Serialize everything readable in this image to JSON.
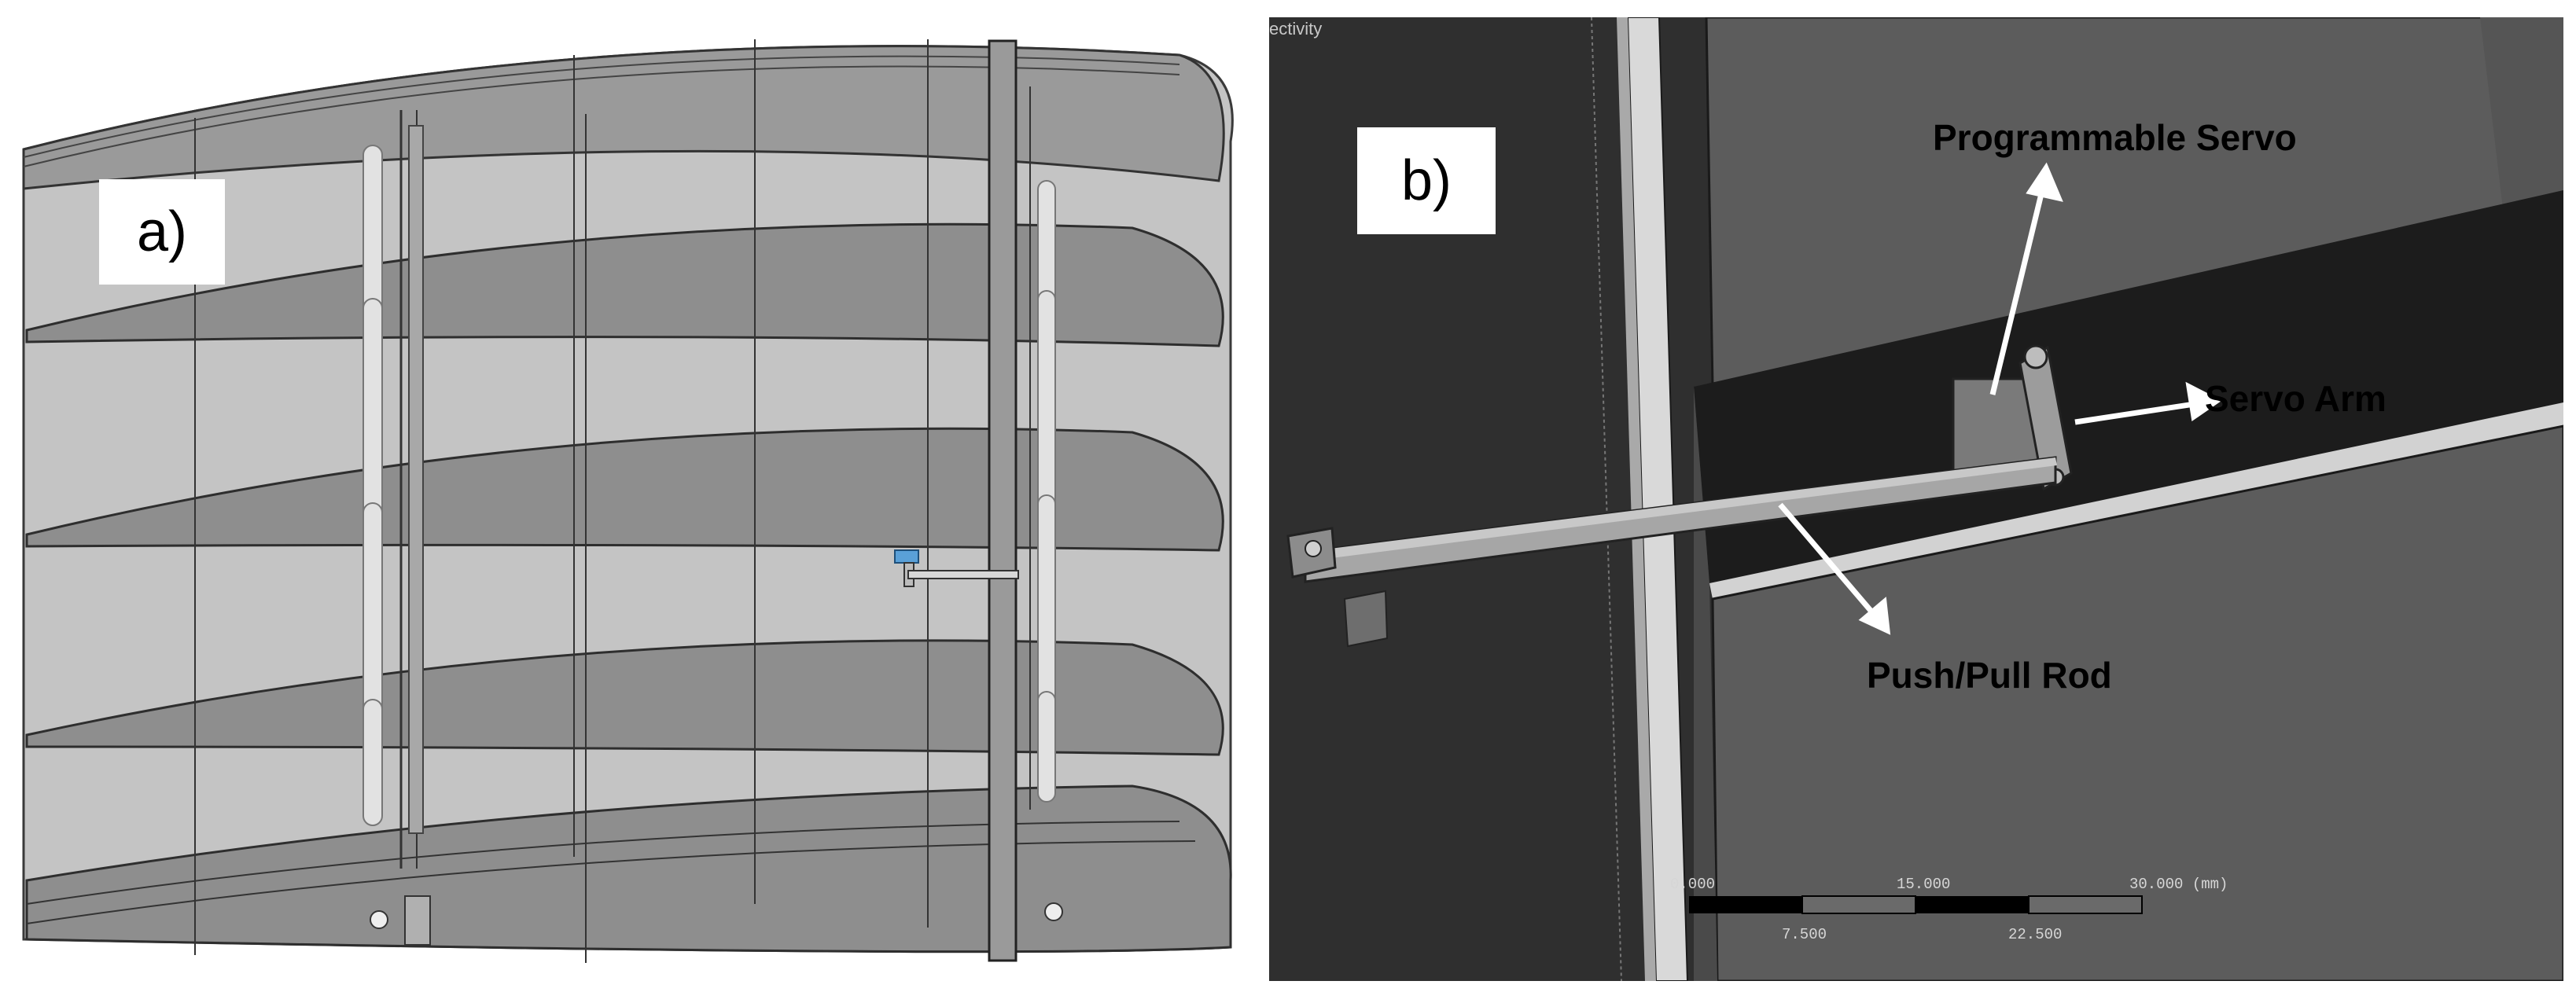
{
  "panel_a": {
    "label": "a)"
  },
  "panel_b": {
    "label": "b)",
    "viewport_title": "ectivity",
    "callouts": {
      "servo": "Programmable Servo",
      "arm": "Servo Arm",
      "rod": "Push/Pull Rod"
    },
    "scale_bar": {
      "top_labels": [
        "0.000",
        "15.000",
        "30.000 (mm)"
      ],
      "bottom_labels": [
        "7.500",
        "22.500"
      ]
    }
  },
  "colors": {
    "wing_skin": "#c4c4c4",
    "rib": "#8c8c8c",
    "viewport_bg": "#2f2f2f",
    "callout_arrow": "#ffffff"
  }
}
